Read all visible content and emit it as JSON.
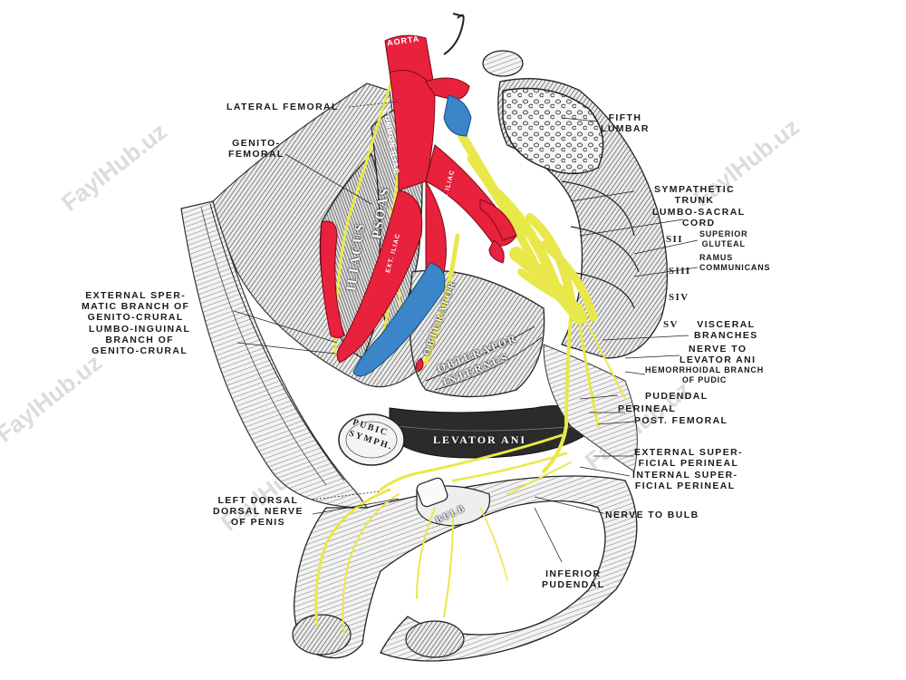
{
  "watermark": "FaylHub.uz",
  "colors": {
    "artery": "#e8213d",
    "vein": "#3a86c8",
    "nerve": "#e9e84a",
    "line": "#222222",
    "bone": "#f2f2f2"
  },
  "vessels": {
    "aorta": "AORTA",
    "common_iliac": "COMMON ILIAC",
    "ext_iliac_left": "EXT. ILIAC",
    "ext_iliac_right": "EXT. ILIAC"
  },
  "organs": {
    "psoas": "PSOAS",
    "iliacus": "ILIACUS",
    "obturator": "OBTURATOR",
    "obturator_internus": "OBTURATOR INTERNUS",
    "levator_ani": "LEVATOR ANI",
    "pubic_symph": "PUBIC SYMPH.",
    "bulb": "BULB"
  },
  "left_labels": {
    "lateral_femoral": "LATERAL FEMORAL",
    "genito_femoral": [
      "GENITO-",
      "FEMORAL"
    ],
    "external_spermatic": [
      "EXTERNAL SPER-",
      "MATIC BRANCH OF",
      "GENITO-CRURAL"
    ],
    "lumbo_inguinal": [
      "LUMBO-INGUINAL",
      "BRANCH OF",
      "GENITO-CRURAL"
    ],
    "left_dorsal": [
      "LEFT DORSAL",
      "DORSAL NERVE",
      "OF PENIS"
    ]
  },
  "right_labels": {
    "fifth_lumbar": [
      "FIFTH",
      "LUMBAR"
    ],
    "sympathetic_trunk": [
      "SYMPATHETIC",
      "TRUNK"
    ],
    "lumbo_sacral": [
      "LUMBO-SACRAL",
      "CORD"
    ],
    "superior_gluteal": [
      "SUPERIOR",
      "GLUTEAL"
    ],
    "ramus_communicans": [
      "RAMUS",
      "COMMUNICANS"
    ],
    "s2": "SII",
    "s3": "SIII",
    "s4": "SIV",
    "s5": "SV",
    "visceral_branches": [
      "VISCERAL",
      "BRANCHES"
    ],
    "nerve_to_levator": [
      "NERVE TO",
      "LEVATOR ANI"
    ],
    "hemorrhoidal": [
      "HEMORRHOIDAL BRANCH",
      "OF PUDIC"
    ],
    "pudendal": "PUDENDAL",
    "perineal": "PERINEAL",
    "post_femoral": "POST. FEMORAL",
    "ext_superficial_perineal": [
      "EXTERNAL SUPER-",
      "FICIAL PERINEAL"
    ],
    "int_superficial_perineal": [
      "INTERNAL SUPER-",
      "FICIAL PERINEAL"
    ],
    "nerve_to_bulb": "NERVE TO BULB",
    "inferior_pudendal": [
      "INFERIOR",
      "PUDENDAL"
    ]
  }
}
